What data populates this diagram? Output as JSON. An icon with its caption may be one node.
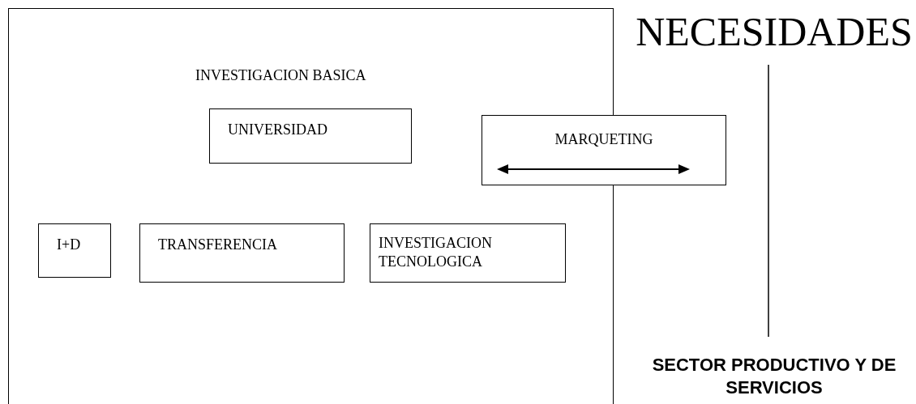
{
  "diagram": {
    "nodes": [
      {
        "text": [
          "INVESTIGACION BASICA"
        ]
      },
      {
        "text": [
          "NECESIDADES"
        ]
      },
      {
        "text": [
          "UNIVERSIDAD"
        ],
        "in": 0
      },
      {
        "text": [
          "MARQUETING"
        ]
      },
      {
        "text": [
          "I+D"
        ],
        "in": 0
      },
      {
        "text": [
          "TRANSFERENCIA"
        ],
        "in": 0
      },
      {
        "text": [
          "INVESTIGACION TECNOLOGICA"
        ],
        "in": 0
      },
      {
        "text": [
          "SECTOR PRODUCTIVO Y DE SERVICIOS"
        ]
      }
    ],
    "edges": [
      {
        "from": 1,
        "to": 7,
        "arrow": "none"
      }
    ]
  }
}
